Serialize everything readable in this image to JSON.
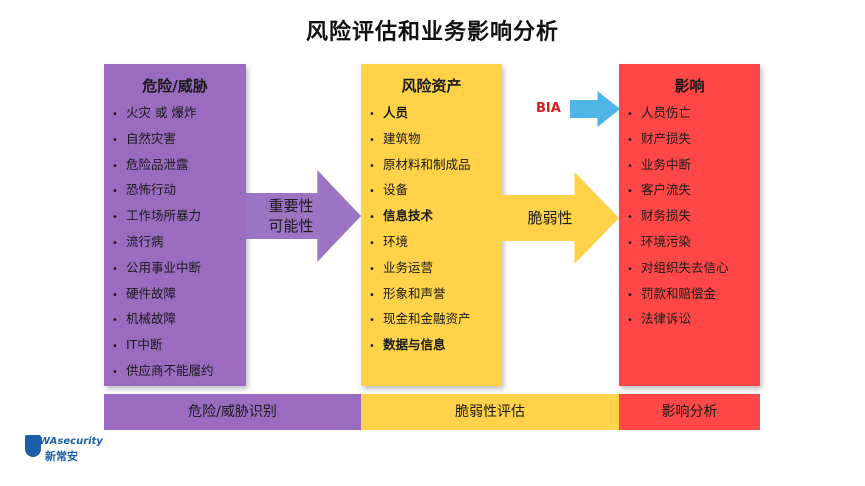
{
  "title": "风险评估和业务影响分析",
  "threats": {
    "heading": "危险/威胁",
    "items": [
      "火灾 或 爆炸",
      "自然灾害",
      "危险品泄露",
      "恐怖行动",
      "工作场所暴力",
      "流行病",
      "公用事业中断",
      "硬件故障",
      "机械故障",
      "IT中断",
      "供应商不能履约"
    ]
  },
  "assets": {
    "heading": "风险资产",
    "items": [
      "人员",
      "建筑物",
      "原材料和制成品",
      "设备",
      "信息技术",
      "环境",
      "业务运营",
      "形象和声誉",
      "现金和金融资产",
      "数据与信息"
    ]
  },
  "impacts": {
    "heading": "影响",
    "items": [
      "人员伤亡",
      "财产损失",
      "业务中断",
      "客户流失",
      "财务损失",
      "环境污染",
      "对组织失去信心",
      "罚款和赔偿金",
      "法律诉讼"
    ]
  },
  "arrows": {
    "left_line1": "重要性",
    "left_line2": "可能性",
    "right": "脆弱性",
    "bia": "BIA"
  },
  "bottom_bar": {
    "threat": "危险/威胁识别",
    "asset": "脆弱性评估",
    "impact": "影响分析"
  },
  "logo": {
    "brand": "WAsecurity",
    "sub": "新常安"
  },
  "colors": {
    "threat": "#9b6bbf",
    "asset": "#ffd24a",
    "impact": "#ff4747",
    "bia_arrow": "#4fb4e6",
    "bia_text": "#d61f1f"
  }
}
